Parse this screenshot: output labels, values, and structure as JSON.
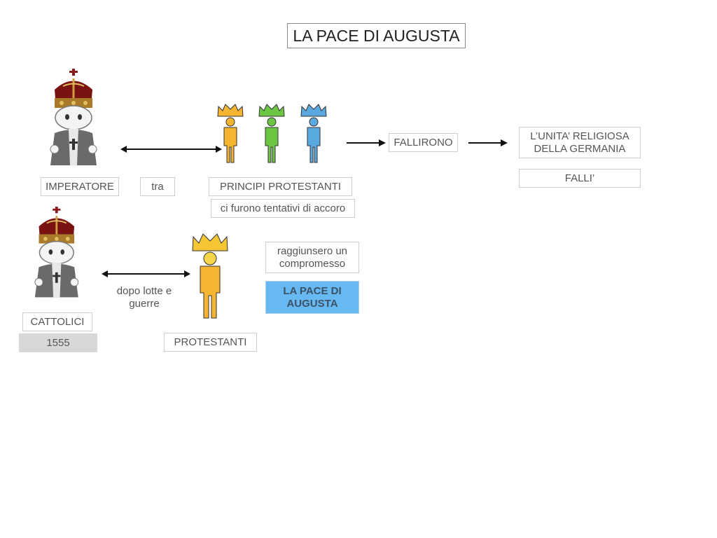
{
  "title": "LA PACE DI AUGUSTA",
  "labels": {
    "imperatore": "IMPERATORE",
    "tra": "tra",
    "principi_protestanti": "PRINCIPI PROTESTANTI",
    "tentativi": "ci furono tentativi di accoro",
    "fallirono": "FALLIRONO",
    "unita_line1": "L’UNITA’ RELIGIOSA",
    "unita_line2": "DELLA GERMANIA",
    "falli": "FALLI’",
    "cattolici": "CATTOLICI",
    "year": "1555",
    "dopo_line1": "dopo lotte e",
    "dopo_line2": "guerre",
    "protestanti": "PROTESTANTI",
    "compromesso_line1": "raggiunsero un",
    "compromesso_line2": "compromesso",
    "pace_line1": "LA PACE DI",
    "pace_line2": "AUGUSTA"
  },
  "colors": {
    "prince_orange": "#f5b531",
    "prince_green": "#6cc644",
    "prince_blue": "#5aa8e0",
    "highlight": "#68b8f2"
  },
  "icons": [
    "emperor-icon",
    "prince-icon",
    "protestant-icon",
    "arrow-icon"
  ]
}
